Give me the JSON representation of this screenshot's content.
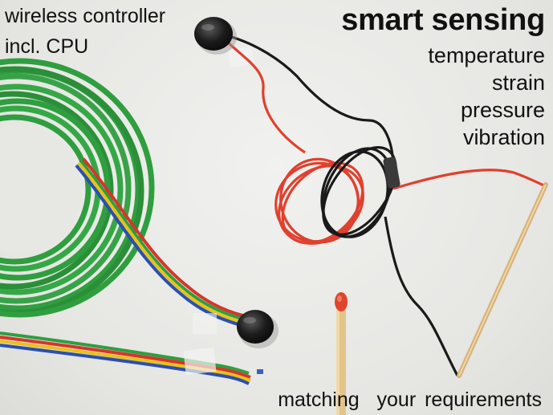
{
  "caption": {
    "controller_line1": "wireless controller",
    "controller_line2": "incl. CPU",
    "headline": "smart sensing",
    "features": [
      "temperature",
      "strain",
      "pressure",
      "vibration"
    ],
    "tagline": "matching  your requirements"
  },
  "colors": {
    "background": "#e9e9e7",
    "green_cable": "#2f9e3f",
    "red_wire": "#e0402e",
    "black_wire": "#1a1a1a",
    "ribbon_red": "#d8342a",
    "ribbon_yellow": "#e8c21a",
    "ribbon_blue": "#2a4fb0",
    "match_head": "#e0452c",
    "wood": "#e3c48a"
  },
  "objects": {
    "sensor_pucks": [
      "sensor-puck-top",
      "sensor-puck-bottom"
    ],
    "props": [
      "matchstick",
      "wooden-stick"
    ]
  }
}
